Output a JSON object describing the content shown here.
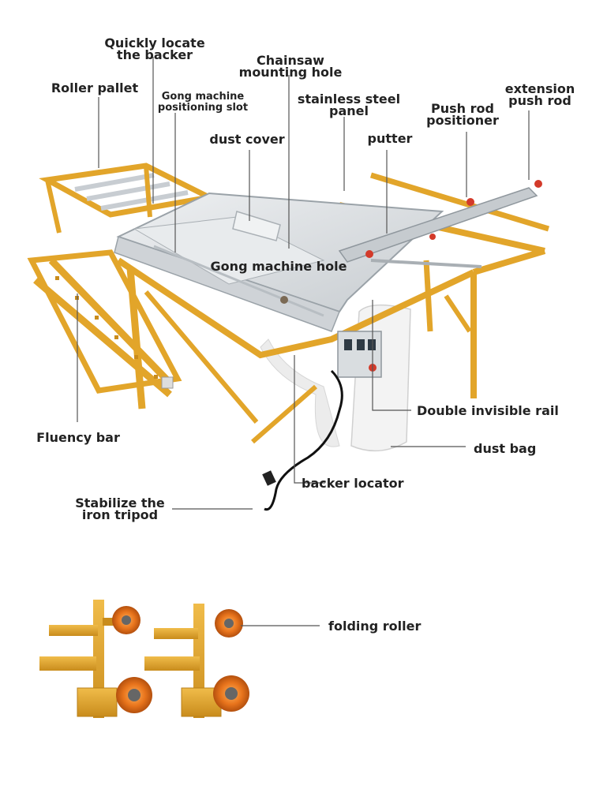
{
  "labels": {
    "quickly_locate": "Quickly locate\nthe backer",
    "roller_pallet": "Roller pallet",
    "gong_slot": "Gong machine\npositioning slot",
    "chainsaw_hole": "Chainsaw\nmounting hole",
    "stainless_panel": "stainless steel\npanel",
    "push_rod_positioner": "Push rod\npositioner",
    "extension_push_rod": "extension\npush rod",
    "dust_cover": "dust cover",
    "putter": "putter",
    "gong_hole": "Gong machine hole",
    "fluency_bar": "Fluency bar",
    "double_rail": "Double invisible rail",
    "dust_bag": "dust bag",
    "backer_locator": "backer locator",
    "stabilize_tripod": "Stabilize the\niron tripod",
    "folding_roller": "folding roller"
  },
  "colors": {
    "frame": "#e2a52a",
    "frame_dark": "#b97f18",
    "panel": "#d9dde0",
    "panel_edge": "#9aa2a8",
    "roller": "#e8741c",
    "leader": "#555555",
    "bag": "#f4f4f4"
  }
}
